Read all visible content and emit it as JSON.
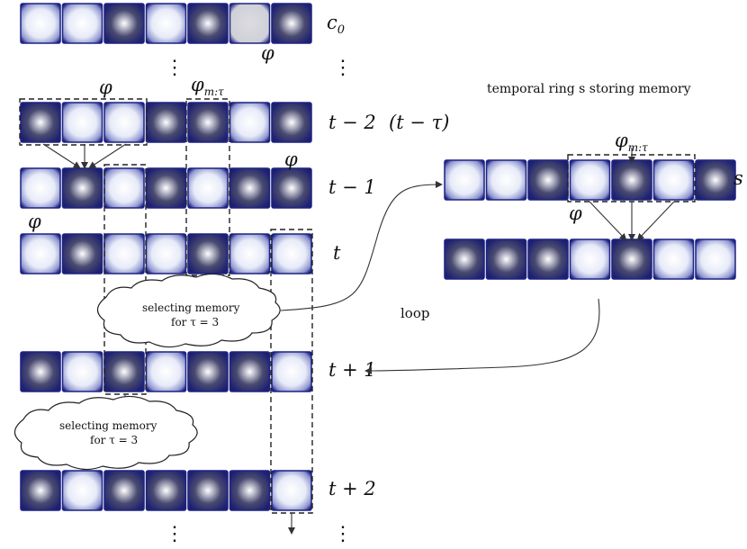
{
  "colors": {
    "cell_light": "#eaeefa",
    "cell_dark": "#3a3d6e",
    "cell_frame": "#1d2282",
    "cell_gray": "#d0d0d4",
    "dash": "#222222",
    "arrow": "#333333"
  },
  "left_rows": [
    {
      "label": "c0",
      "cells": [
        "L",
        "L",
        "D",
        "L",
        "D",
        "G",
        "D"
      ]
    },
    {
      "label": "t − 2",
      "extra": "(t − τ)",
      "cells": [
        "D",
        "L",
        "L",
        "D",
        "D",
        "L",
        "D"
      ]
    },
    {
      "label": "t − 1",
      "cells": [
        "L",
        "D",
        "L",
        "D",
        "L",
        "D",
        "D"
      ]
    },
    {
      "label": "t",
      "cells": [
        "L",
        "D",
        "L",
        "L",
        "D",
        "L",
        "L"
      ]
    },
    {
      "label": "t + 1",
      "cells": [
        "D",
        "L",
        "D",
        "L",
        "D",
        "D",
        "L"
      ]
    },
    {
      "label": "t + 2",
      "cells": [
        "D",
        "L",
        "D",
        "D",
        "D",
        "D",
        "L"
      ]
    }
  ],
  "right_rows": [
    {
      "label": "s",
      "cells": [
        "L",
        "L",
        "D",
        "L",
        "D",
        "L",
        "D"
      ]
    },
    {
      "label": "",
      "cells": [
        "D",
        "D",
        "D",
        "L",
        "D",
        "L",
        "L"
      ]
    }
  ],
  "text": {
    "c0": "c",
    "c0_sub": "0",
    "phi": "φ",
    "phi_m_tau": "φ",
    "phi_sub": "m:τ",
    "ring_title": "temporal ring s storing memory",
    "loop": "loop",
    "cloud1_line1": "selecting memory",
    "cloud1_line2": "for τ = 3",
    "cloud2_line1": "selecting memory",
    "cloud2_line2": "for τ = 3",
    "vdots": "⋮"
  }
}
